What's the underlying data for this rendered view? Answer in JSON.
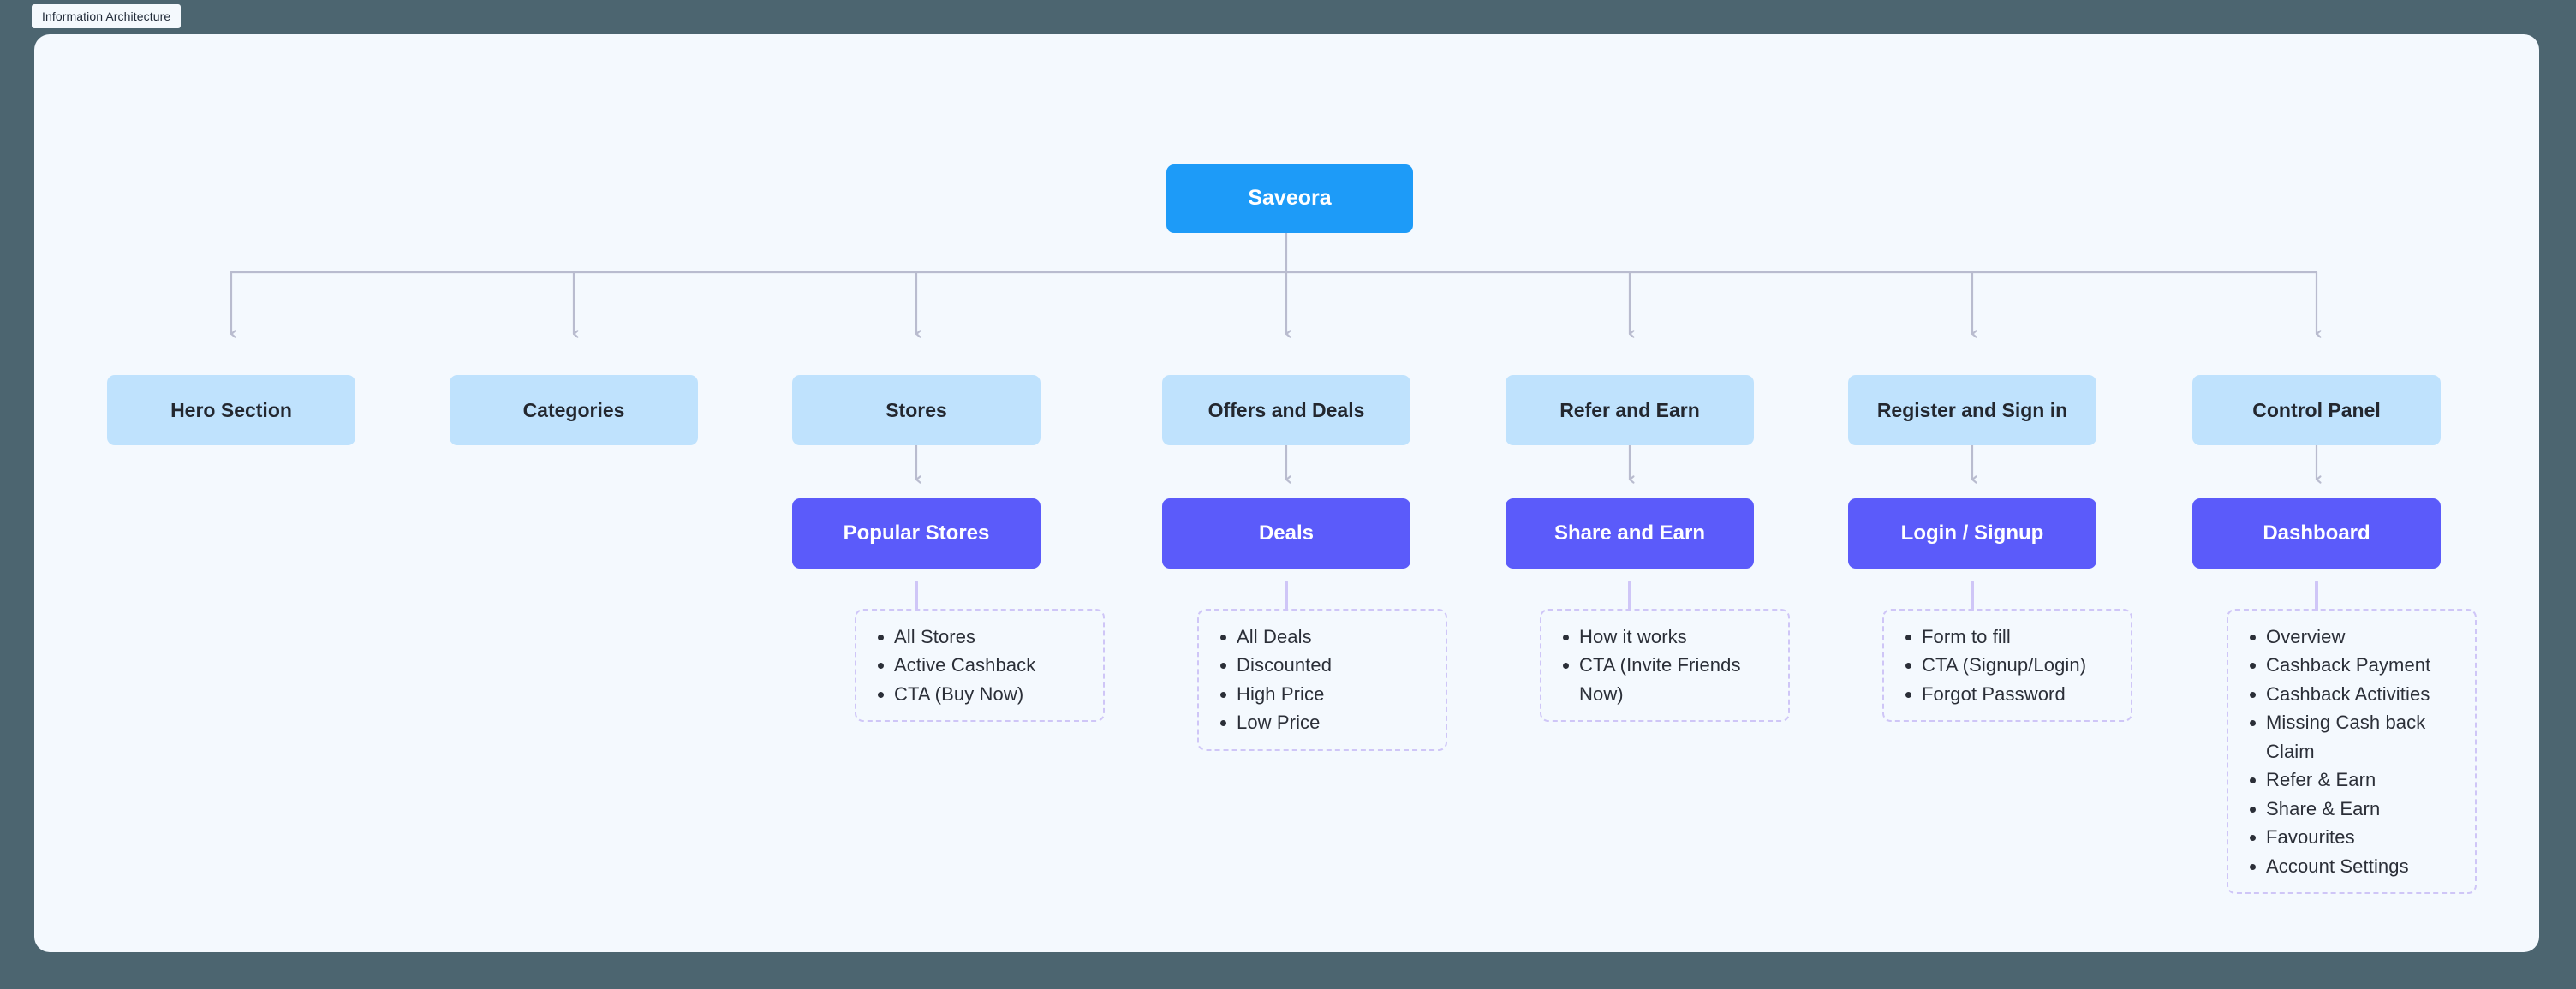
{
  "window": {
    "background_color": "#4c6570",
    "tab_label": "Information Architecture"
  },
  "canvas": {
    "background_color": "#f4f9fe"
  },
  "colors": {
    "root_node": "#1d9bf8",
    "level1_node": "#bfe2fd",
    "level2_node": "#5b5bfa",
    "connector": "#b9bccf",
    "detail_border": "#cfc6f7",
    "root_text": "#ffffff",
    "level1_text": "#23272f",
    "level2_text": "#ffffff",
    "detail_text": "#2b2f38"
  },
  "diagram": {
    "type": "information-architecture-tree",
    "root": {
      "label": "Saveora"
    },
    "branches": [
      {
        "id": "hero-section",
        "label": "Hero Section",
        "child": null,
        "details": []
      },
      {
        "id": "categories",
        "label": "Categories",
        "child": null,
        "details": []
      },
      {
        "id": "stores",
        "label": "Stores",
        "child": {
          "label": "Popular Stores"
        },
        "details": [
          "All Stores",
          "Active Cashback",
          "CTA (Buy Now)"
        ]
      },
      {
        "id": "offers-and-deals",
        "label": "Offers and Deals",
        "child": {
          "label": "Deals"
        },
        "details": [
          "All Deals",
          "Discounted",
          "High Price",
          "Low Price"
        ]
      },
      {
        "id": "refer-and-earn",
        "label": "Refer and Earn",
        "child": {
          "label": "Share and Earn"
        },
        "details": [
          "How it works",
          "CTA (Invite Friends Now)"
        ]
      },
      {
        "id": "register-and-sign-in",
        "label": "Register and Sign in",
        "child": {
          "label": "Login / Signup"
        },
        "details": [
          "Form to fill",
          "CTA (Signup/Login)",
          "Forgot Password"
        ]
      },
      {
        "id": "control-panel",
        "label": "Control Panel",
        "child": {
          "label": "Dashboard"
        },
        "details": [
          "Overview",
          "Cashback Payment",
          "Cashback Activities",
          "Missing Cash back Claim",
          "Refer & Earn",
          "Share & Earn",
          "Favourites",
          "Account Settings"
        ]
      }
    ]
  }
}
